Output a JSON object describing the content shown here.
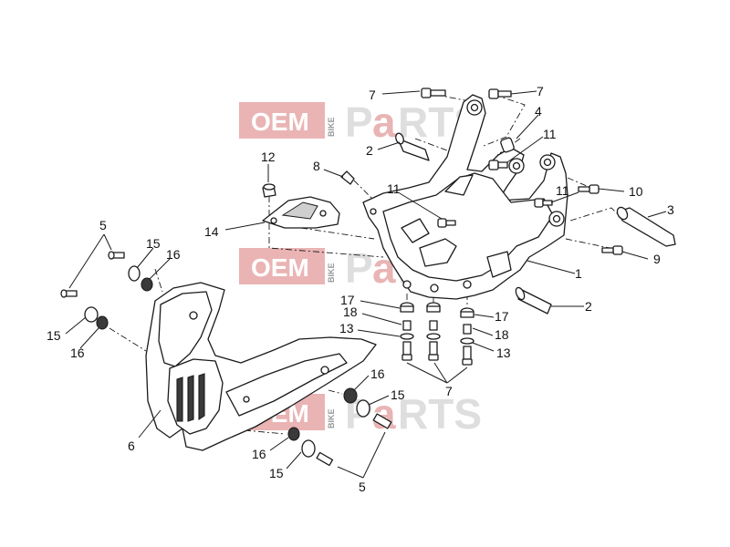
{
  "watermark": {
    "brand_box": "OEM",
    "brand_side": "BIKE",
    "brand_p": "P",
    "brand_a": "a",
    "brand_rts": "RTS",
    "accent_color": "#e6a7a7",
    "grey_color": "#d4d4d4"
  },
  "callouts": [
    {
      "id": "c-7-top-left",
      "text": "7"
    },
    {
      "id": "c-7-top-right",
      "text": "7"
    },
    {
      "id": "c-4",
      "text": "4"
    },
    {
      "id": "c-2-top",
      "text": "2"
    },
    {
      "id": "c-11-top",
      "text": "11"
    },
    {
      "id": "c-12",
      "text": "12"
    },
    {
      "id": "c-8",
      "text": "8"
    },
    {
      "id": "c-11-mid-left",
      "text": "11"
    },
    {
      "id": "c-11-mid-right",
      "text": "11"
    },
    {
      "id": "c-10",
      "text": "10"
    },
    {
      "id": "c-3",
      "text": "3"
    },
    {
      "id": "c-14",
      "text": "14"
    },
    {
      "id": "c-9",
      "text": "9"
    },
    {
      "id": "c-1",
      "text": "1"
    },
    {
      "id": "c-5-top",
      "text": "5"
    },
    {
      "id": "c-15-top",
      "text": "15"
    },
    {
      "id": "c-16-top",
      "text": "16"
    },
    {
      "id": "c-17-left",
      "text": "17"
    },
    {
      "id": "c-2-bottom",
      "text": "2"
    },
    {
      "id": "c-18-left",
      "text": "18"
    },
    {
      "id": "c-17-right",
      "text": "17"
    },
    {
      "id": "c-13-left",
      "text": "13"
    },
    {
      "id": "c-18-right",
      "text": "18"
    },
    {
      "id": "c-15-left",
      "text": "15"
    },
    {
      "id": "c-16-left",
      "text": "16"
    },
    {
      "id": "c-13-right",
      "text": "13"
    },
    {
      "id": "c-16-mid",
      "text": "16"
    },
    {
      "id": "c-15-mid",
      "text": "15"
    },
    {
      "id": "c-7-bottom",
      "text": "7"
    },
    {
      "id": "c-6",
      "text": "6"
    },
    {
      "id": "c-16-bottom",
      "text": "16"
    },
    {
      "id": "c-15-bottom",
      "text": "15"
    },
    {
      "id": "c-5-bottom",
      "text": "5"
    }
  ]
}
